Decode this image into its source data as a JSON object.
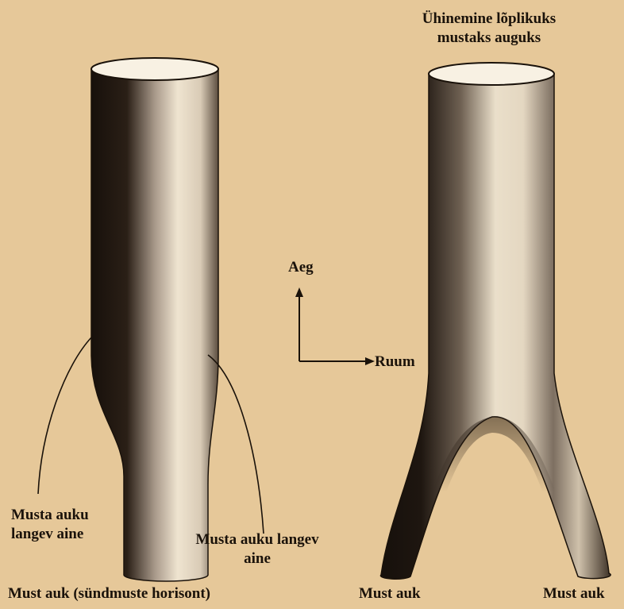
{
  "labels": {
    "merge_line1": "Ühinemine lõplikuks",
    "merge_line2": "mustaks auguks",
    "time_axis": "Aeg",
    "space_axis": "Ruum",
    "infall_left_line1": "Musta auku",
    "infall_left_line2": "langev aine",
    "infall_right_line1": "Musta auku langev",
    "infall_right_line2": "aine",
    "black_hole_horizon": "Must auk (sündmuste horisont)",
    "black_hole_a": "Must auk",
    "black_hole_b": "Must auk"
  },
  "colors": {
    "paper": "#e6c899",
    "ink": "#1a120a",
    "tube_dark": "#1c140e",
    "tube_light": "#f1e6d2",
    "tube_top": "#f8f1e3"
  }
}
